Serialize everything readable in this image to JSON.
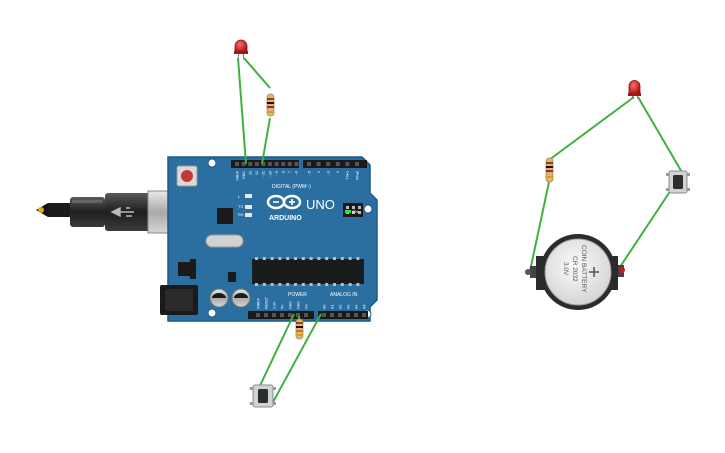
{
  "arduino": {
    "brand": "ARDUINO",
    "model": "UNO",
    "on_label": "ON",
    "digital_label": "DIGITAL (PWM~)",
    "power_label": "POWER",
    "analog_label": "ANALOG IN",
    "tx_label": "TX",
    "rx_label": "RX",
    "l_label": "L",
    "top_pins": [
      "AREF",
      "GND",
      "13",
      "12",
      "~11",
      "~10",
      "~9",
      "8",
      "7",
      "~6",
      "~5",
      "4",
      "~3",
      "2",
      "TX▸1",
      "RX◂0"
    ],
    "power_pins": [
      "IOREF",
      "RESET",
      "3.3V",
      "5V",
      "GND",
      "GND",
      "Vin"
    ],
    "analog_pins": [
      "A0",
      "A1",
      "A2",
      "A3",
      "A4",
      "A5"
    ]
  },
  "battery": {
    "line1": "COIN BATTERY",
    "line2": "CR 2032",
    "line3": "3.0V"
  },
  "colors": {
    "board": "#2b6fa0",
    "wire": "#3db33d",
    "led": "#c41c1c",
    "button": "#cfd3d6"
  },
  "components": {
    "led_icon": "led-icon",
    "resistor_icon": "resistor-icon",
    "pushbutton_icon": "pushbutton-icon",
    "usb_icon": "usb-cable-icon"
  }
}
